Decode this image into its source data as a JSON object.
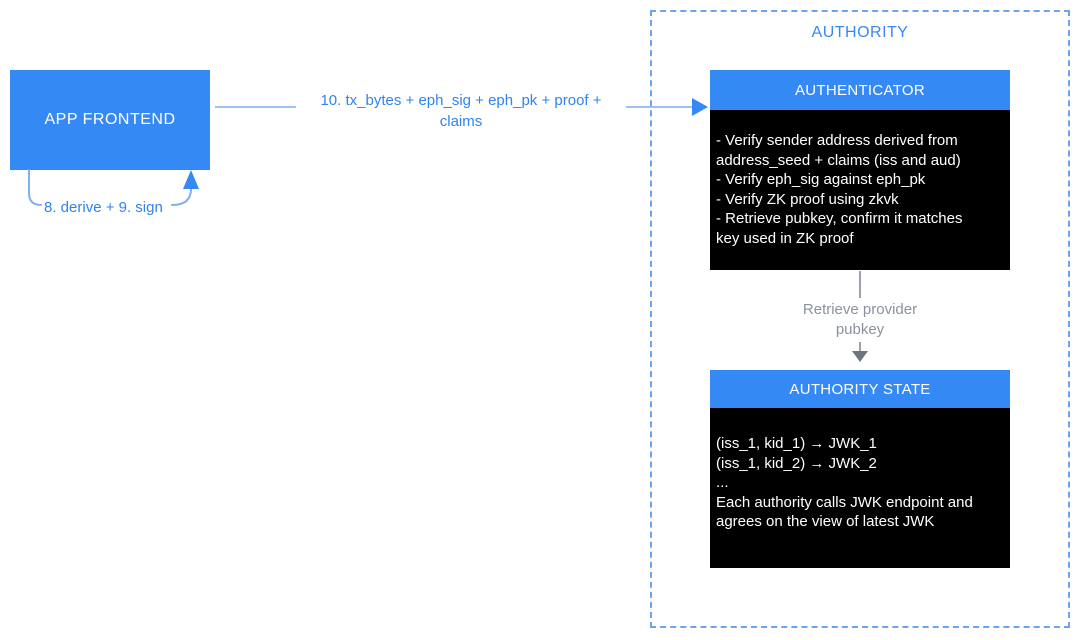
{
  "colors": {
    "canvas_bg": "#ffffff",
    "node_header_fill": "#3489f5",
    "node_header_text": "#ffffff",
    "node_body_fill": "#000000",
    "node_body_text": "#ffffff",
    "edge_label_blue": "#3183f0",
    "edge_line_blue": "#9dc0f7",
    "arrowhead_blue": "#3489f5",
    "container_border_blue": "#6aa3f3",
    "container_title_blue": "#3b87f0",
    "gray_label_text": "#8b929f",
    "gray_line": "#9ba2ac",
    "gray_arrowhead": "#6d7480"
  },
  "container": {
    "title": "AUTHORITY"
  },
  "nodes": {
    "app_frontend": {
      "label": "APP FRONTEND"
    },
    "authenticator": {
      "title": "AUTHENTICATOR",
      "body": "- Verify sender address derived from\naddress_seed + claims (iss and aud)\n- Verify eph_sig against eph_pk\n- Verify ZK proof using zkvk\n- Retrieve pubkey, confirm it matches\nkey used in ZK proof"
    },
    "authority_state": {
      "title": "AUTHORITY STATE",
      "body": "(iss_1, kid_1) → JWK_1\n(iss_1, kid_2) → JWK_2\n...\nEach authority calls JWK endpoint and\nagrees on the view of latest JWK"
    }
  },
  "edges": {
    "frontend_to_authenticator": {
      "label": "10. tx_bytes + eph_sig + eph_pk + proof +\nclaims"
    },
    "self_loop": {
      "label": "8. derive + 9. sign"
    },
    "authenticator_to_state": {
      "label": "Retrieve provider\npubkey"
    }
  }
}
